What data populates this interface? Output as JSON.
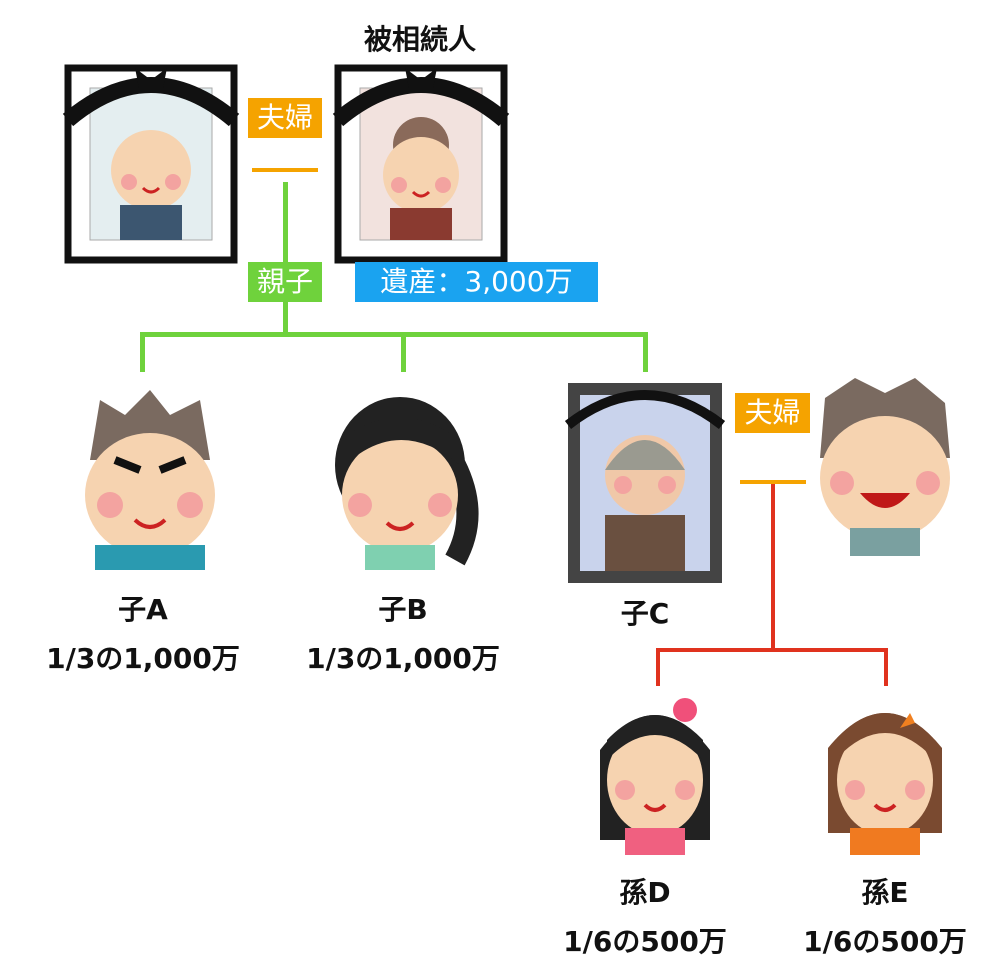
{
  "title": "被相続人",
  "labels": {
    "spouse_top": "夫婦",
    "parent_child": "親子",
    "estate": "遺産：3,000万",
    "spouse_c": "夫婦"
  },
  "people": [
    {
      "name": "子A",
      "share": "1/3の1,000万"
    },
    {
      "name": "子B",
      "share": "1/3の1,000万"
    },
    {
      "name": "子C"
    },
    {
      "name": "孫D",
      "share": "1/6の500万"
    },
    {
      "name": "孫E",
      "share": "1/6の500万"
    }
  ],
  "colors": {
    "spouse": "#f5a300",
    "parent": "#6fd23c",
    "estate": "#1aa3f0",
    "grandchild_line": "#e0321e"
  }
}
